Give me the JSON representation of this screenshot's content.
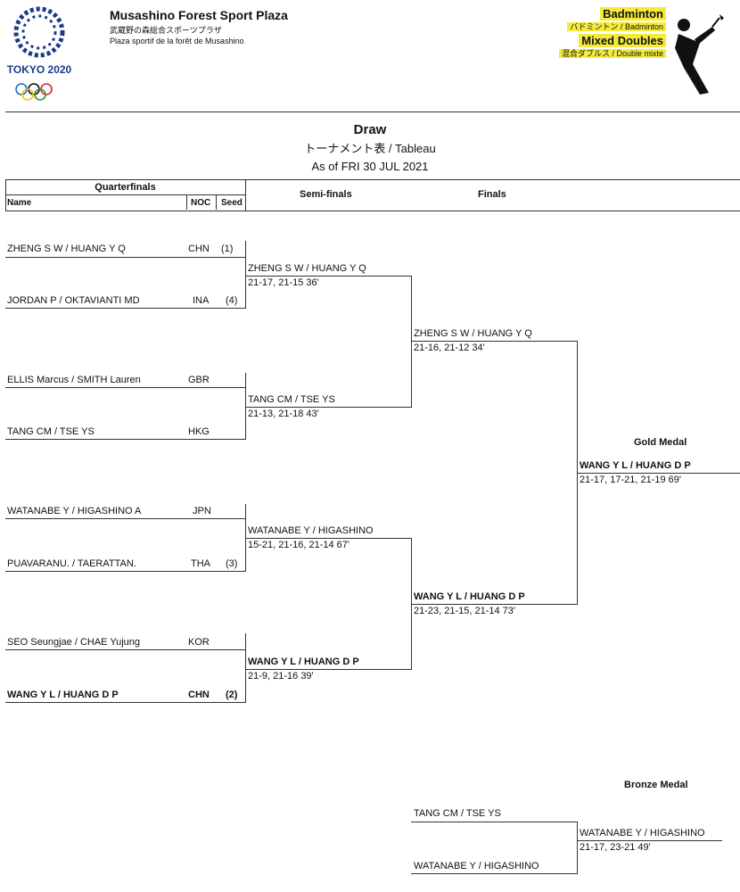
{
  "header": {
    "logo_text": "TOKYO 2020",
    "venue_en": "Musashino Forest Sport Plaza",
    "venue_ja": "武蔵野の森総合スポーツプラザ",
    "venue_fr": "Plaza sportif de la forêt de Musashino",
    "sport_en": "Badminton",
    "sport_ja_fr": "バドミントン / Badminton",
    "event_en": "Mixed Doubles",
    "event_ja_fr": "混合ダブルス / Double mixte"
  },
  "title": {
    "main": "Draw",
    "sub": "トーナメント表 / Tableau",
    "date": "As of FRI 30 JUL 2021"
  },
  "table_header": {
    "quarterfinals": "Quarterfinals",
    "name": "Name",
    "noc": "NOC",
    "seed": "Seed",
    "semifinals": "Semi-finals",
    "finals": "Finals"
  },
  "quarterfinals": [
    {
      "name": "ZHENG S W / HUANG Y Q",
      "noc": "CHN",
      "seed": "(1)"
    },
    {
      "name": "JORDAN P / OKTAVIANTI MD",
      "noc": "INA",
      "seed": "(4)"
    },
    {
      "name": "ELLIS Marcus / SMITH Lauren",
      "noc": "GBR",
      "seed": ""
    },
    {
      "name": "TANG CM / TSE YS",
      "noc": "HKG",
      "seed": ""
    },
    {
      "name": "WATANABE Y / HIGASHINO A",
      "noc": "JPN",
      "seed": ""
    },
    {
      "name": "PUAVARANU. / TAERATTAN.",
      "noc": "THA",
      "seed": "(3)"
    },
    {
      "name": "SEO Seungjae / CHAE Yujung",
      "noc": "KOR",
      "seed": ""
    },
    {
      "name": "WANG Y L / HUANG D P",
      "noc": "CHN",
      "seed": "(2)"
    }
  ],
  "semifinals": [
    {
      "name": "ZHENG S W / HUANG Y Q",
      "score": "21-17, 21-15  36'"
    },
    {
      "name": "TANG CM / TSE YS",
      "score": "21-13, 21-18  43'"
    },
    {
      "name": "WATANABE Y / HIGASHINO",
      "score": "15-21, 21-16, 21-14  67'"
    },
    {
      "name": "WANG Y L / HUANG D P",
      "score": "21-9, 21-16  39'"
    }
  ],
  "finals": [
    {
      "name": "ZHENG S W / HUANG Y Q",
      "score": "21-16, 21-12  34'"
    },
    {
      "name": "WANG Y L / HUANG D P",
      "score": "21-23, 21-15, 21-14  73'"
    }
  ],
  "gold": {
    "label": "Gold Medal",
    "name": "WANG Y L / HUANG D P",
    "score": "21-17, 17-21, 21-19  69'"
  },
  "bronze": {
    "label": "Bronze Medal",
    "player1": "TANG CM / TSE YS",
    "player2": "WATANABE Y / HIGASHINO",
    "winner": "WATANABE Y / HIGASHINO",
    "score": "21-17, 23-21  49'"
  }
}
